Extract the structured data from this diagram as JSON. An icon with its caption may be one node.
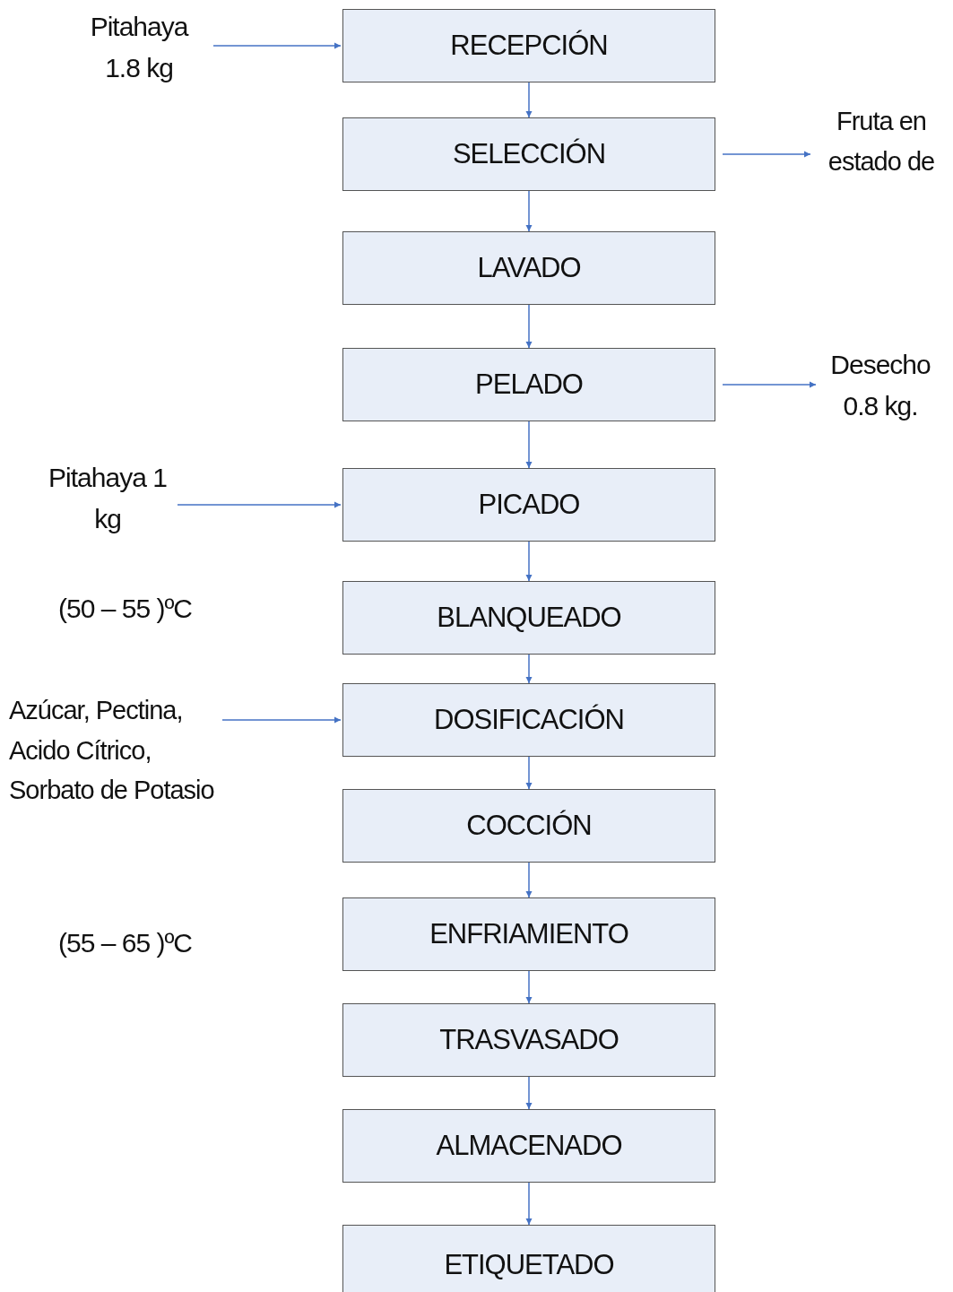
{
  "diagram": {
    "nodes": [
      {
        "text": [
          "RECEPCIÓN"
        ]
      },
      {
        "text": [
          "SELECCIÓN"
        ]
      },
      {
        "text": [
          "LAVADO"
        ]
      },
      {
        "text": [
          "PELADO"
        ]
      },
      {
        "text": [
          "PICADO"
        ]
      },
      {
        "text": [
          "BLANQUEADO"
        ]
      },
      {
        "text": [
          "DOSIFICACIÓN"
        ]
      },
      {
        "text": [
          "COCCIÓN"
        ]
      },
      {
        "text": [
          "ENFRIAMIENTO"
        ]
      },
      {
        "text": [
          "TRASVASADO"
        ]
      },
      {
        "text": [
          "ALMACENADO"
        ]
      },
      {
        "text": [
          "ETIQUETADO"
        ]
      },
      {
        "text": [
          "Pitahaya 1.8 kg"
        ]
      },
      {
        "text": [
          "Fruta en estado de"
        ]
      },
      {
        "text": [
          "Desecho 0.8 kg."
        ]
      },
      {
        "text": [
          "Pitahaya 1 kg"
        ]
      },
      {
        "text": [
          "Azúcar, Pectina, Acido Cítrico, Sorbato de Potasio"
        ]
      }
    ],
    "edges": [
      {
        "from": 12,
        "to": 0,
        "arrow": "to"
      },
      {
        "from": 0,
        "to": 1,
        "arrow": "to"
      },
      {
        "from": 1,
        "to": 13,
        "arrow": "to"
      },
      {
        "from": 1,
        "to": 2,
        "arrow": "to"
      },
      {
        "from": 2,
        "to": 3,
        "arrow": "to"
      },
      {
        "from": 3,
        "to": 14,
        "arrow": "to"
      },
      {
        "from": 3,
        "to": 4,
        "arrow": "to"
      },
      {
        "from": 15,
        "to": 4,
        "arrow": "to"
      },
      {
        "from": 4,
        "to": 5,
        "arrow": "to"
      },
      {
        "from": 5,
        "to": 6,
        "arrow": "to"
      },
      {
        "from": 16,
        "to": 6,
        "arrow": "to"
      },
      {
        "from": 6,
        "to": 7,
        "arrow": "to"
      },
      {
        "from": 7,
        "to": 8,
        "arrow": "to"
      },
      {
        "from": 8,
        "to": 9,
        "arrow": "to"
      },
      {
        "from": 9,
        "to": 10,
        "arrow": "to"
      },
      {
        "from": 10,
        "to": 11,
        "arrow": "to"
      }
    ],
    "labels": [
      "(50 – 55 )ºC",
      "(55 – 65 )ºC"
    ]
  }
}
